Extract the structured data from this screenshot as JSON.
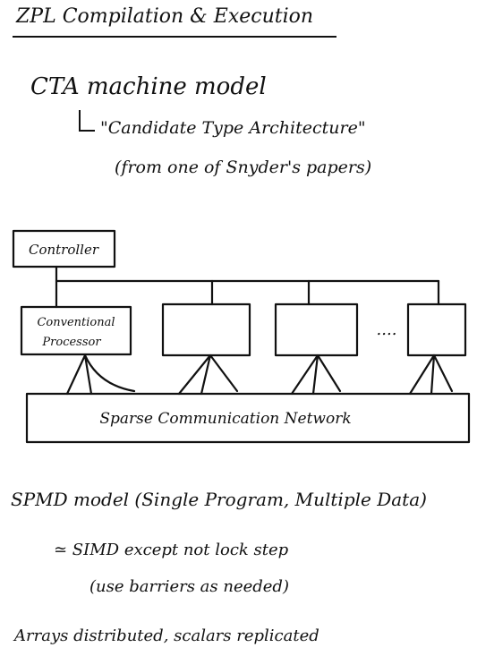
{
  "page": {
    "title": "ZPL Compilation & Execution",
    "cta_heading": "CTA machine model",
    "cta_expansion": "\"Candidate Type Architecture\"",
    "cta_source": "(from one of Snyder's papers)",
    "spmd_heading": "SPMD model (Single Program, Multiple Data)",
    "spmd_note1": "≃ SIMD except not lock step",
    "spmd_note2": "(use barriers as needed)",
    "arrays_note": "Arrays distributed, scalars replicated"
  },
  "diagram": {
    "controller_label": "Controller",
    "processor_label_line1": "Conventional",
    "processor_label_line2": "Processor",
    "ellipsis": "....",
    "network_label": "Sparse Communication Network"
  }
}
